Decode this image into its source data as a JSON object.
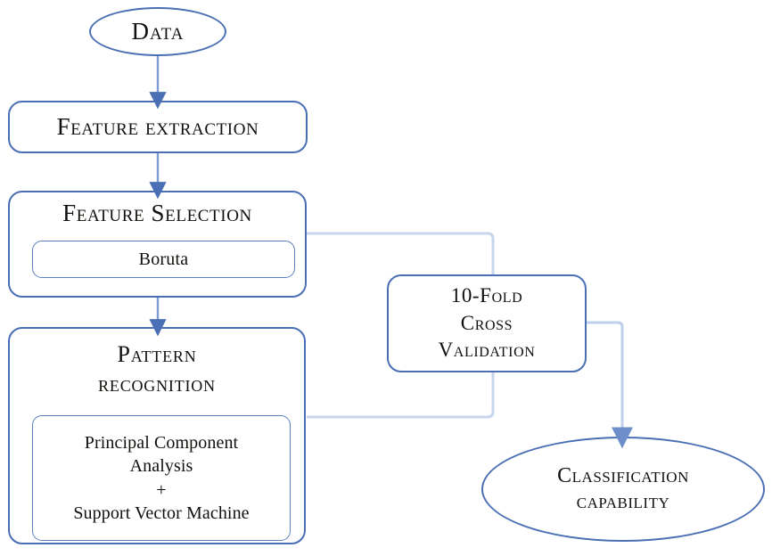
{
  "diagram": {
    "type": "flowchart",
    "title": "Methodology flowchart",
    "colors": {
      "node_border": "#4a6fb5",
      "inner_border": "#5d7fbe",
      "arrow": "#4a6fb5",
      "rail": "#c7d5ee",
      "text": "#12100d",
      "background": "#ffffff"
    }
  },
  "nodes": {
    "data": {
      "label": "Data",
      "shape": "ellipse"
    },
    "feature_extraction": {
      "label": "Feature extraction",
      "shape": "rounded-rect"
    },
    "feature_selection": {
      "label": "Feature Selection",
      "shape": "rounded-rect",
      "inner": {
        "label": "Boruta",
        "shape": "rounded-rect"
      }
    },
    "pattern_recognition": {
      "label_line1": "Pattern",
      "label_line2": "recognition",
      "shape": "rounded-rect",
      "inner": {
        "line1": "Principal Component",
        "line2": "Analysis",
        "line3": "+",
        "line4": "Support Vector Machine",
        "shape": "rounded-rect"
      }
    },
    "cross_validation": {
      "label_line1": "10-Fold",
      "label_line2": "Cross",
      "label_line3": "Validation",
      "shape": "rounded-rect"
    },
    "classification": {
      "label_line1": "Classification",
      "label_line2": "capability",
      "shape": "ellipse"
    }
  },
  "edges": [
    {
      "from": "data",
      "to": "feature_extraction",
      "style": "arrow",
      "direction": "down"
    },
    {
      "from": "feature_extraction",
      "to": "feature_selection",
      "style": "arrow",
      "direction": "down"
    },
    {
      "from": "feature_selection",
      "to": "pattern_recognition",
      "style": "arrow",
      "direction": "down"
    },
    {
      "from": "feature_selection",
      "to": "cross_validation",
      "style": "line",
      "direction": "right"
    },
    {
      "from": "pattern_recognition",
      "to": "cross_validation",
      "style": "line",
      "direction": "right"
    },
    {
      "from": "cross_validation",
      "to": "classification",
      "style": "arrow",
      "direction": "down"
    }
  ]
}
